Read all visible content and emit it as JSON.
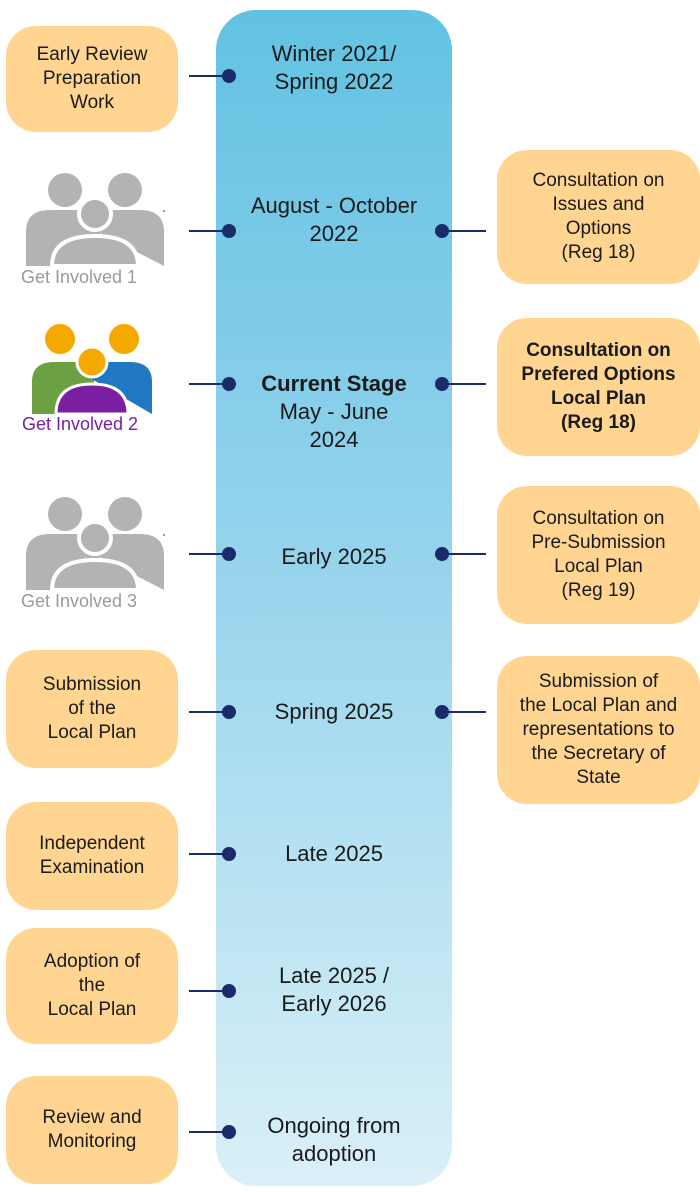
{
  "stages": [
    {
      "lines": [
        "Winter 2021/",
        "Spring 2022"
      ]
    },
    {
      "lines": [
        "August - October",
        "2022"
      ]
    },
    {
      "strong": "Current Stage",
      "lines": [
        "May - June",
        "2024"
      ]
    },
    {
      "lines": [
        "Early 2025"
      ]
    },
    {
      "lines": [
        "Spring 2025"
      ]
    },
    {
      "lines": [
        "Late 2025"
      ]
    },
    {
      "lines": [
        "Late 2025 /",
        "Early 2026"
      ]
    },
    {
      "lines": [
        "Ongoing from",
        "adoption"
      ]
    }
  ],
  "left_boxes": [
    {
      "lines": [
        "Early Review",
        "Preparation",
        "Work"
      ]
    },
    {
      "lines": [
        "Submission",
        "of the",
        "Local Plan"
      ]
    },
    {
      "lines": [
        "Independent",
        "Examination"
      ]
    },
    {
      "lines": [
        "Adoption of",
        "the",
        "Local Plan"
      ]
    },
    {
      "lines": [
        "Review and",
        "Monitoring"
      ]
    }
  ],
  "right_boxes": [
    {
      "lines": [
        "Consultation on",
        "Issues and",
        "Options",
        "(Reg 18)"
      ]
    },
    {
      "lines": [
        "Consultation on",
        "Prefered Options",
        "Local Plan",
        "(Reg 18)"
      ]
    },
    {
      "lines": [
        "Consultation on",
        "Pre-Submission",
        "Local Plan",
        "(Reg 19)"
      ]
    },
    {
      "lines": [
        "Submission of",
        "the Local Plan and",
        "representations to",
        "the Secretary of",
        "State"
      ]
    }
  ],
  "get_involved": [
    {
      "label": "Get Involved 1",
      "state": "inactive"
    },
    {
      "label": "Get Involved 2",
      "state": "active"
    },
    {
      "label": "Get Involved 3",
      "state": "inactive"
    }
  ],
  "colors": {
    "box_fill": "#ffd591",
    "connector": "#1b2a6b",
    "timeline_top": "#62c2e2",
    "timeline_bottom": "#daf0f8",
    "inactive_icon": "#b3b3b3",
    "active_label": "#7a1fa2",
    "active_person_left": "#6ba043",
    "active_person_right": "#1f78c1",
    "active_person_center": "#7a1fa2",
    "active_heads": "#f5a800"
  }
}
